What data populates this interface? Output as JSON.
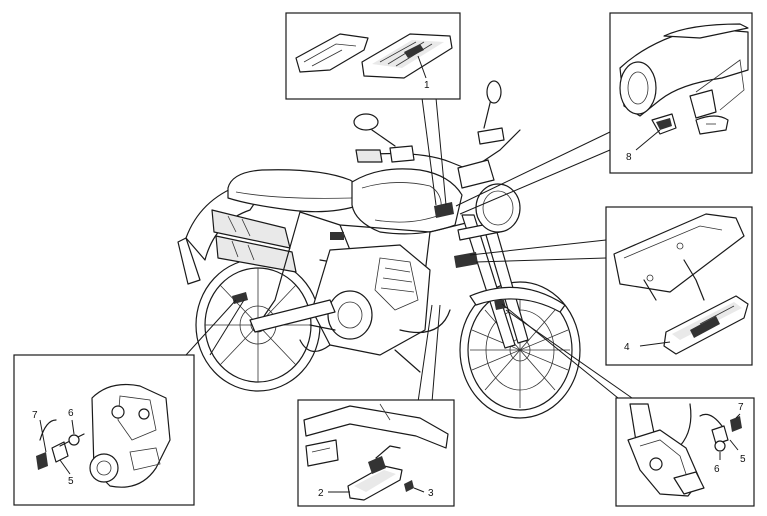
{
  "callouts": {
    "top_center": "1",
    "bottom_left_7": "7",
    "bottom_left_6": "6",
    "bottom_left_5": "5",
    "bottom_center_2": "2",
    "bottom_center_3": "3",
    "mid_right_4": "4",
    "top_right_8": "8",
    "bottom_right_7": "7",
    "bottom_right_6": "6",
    "bottom_right_5": "5"
  }
}
